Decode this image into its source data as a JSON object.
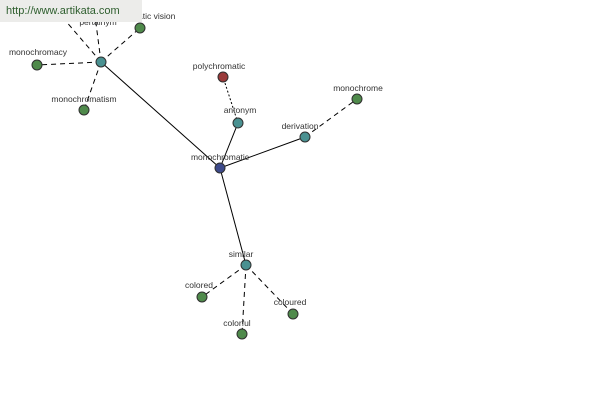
{
  "banner": {
    "url": "http://www.artikata.com"
  },
  "colors": {
    "center": "#3d4a8a",
    "relation": "#4a9191",
    "word": "#4f8a4b",
    "antonym_word": "#9a3a3a",
    "node_stroke": "#2f2f2f",
    "edge": "#000000",
    "label": "#333333"
  },
  "nodes": {
    "center": "monochromatic",
    "pertainym": "pertainym",
    "antonym": "antonym",
    "derivation": "derivation",
    "similar": "similar",
    "monochromacy": "monochromacy",
    "monochromatism": "monochromatism",
    "monochromatic_vision": "atic vision",
    "polychromatic": "polychromatic",
    "monochrome": "monochrome",
    "colored": "colored",
    "colorful": "colorful",
    "coloured": "coloured"
  }
}
